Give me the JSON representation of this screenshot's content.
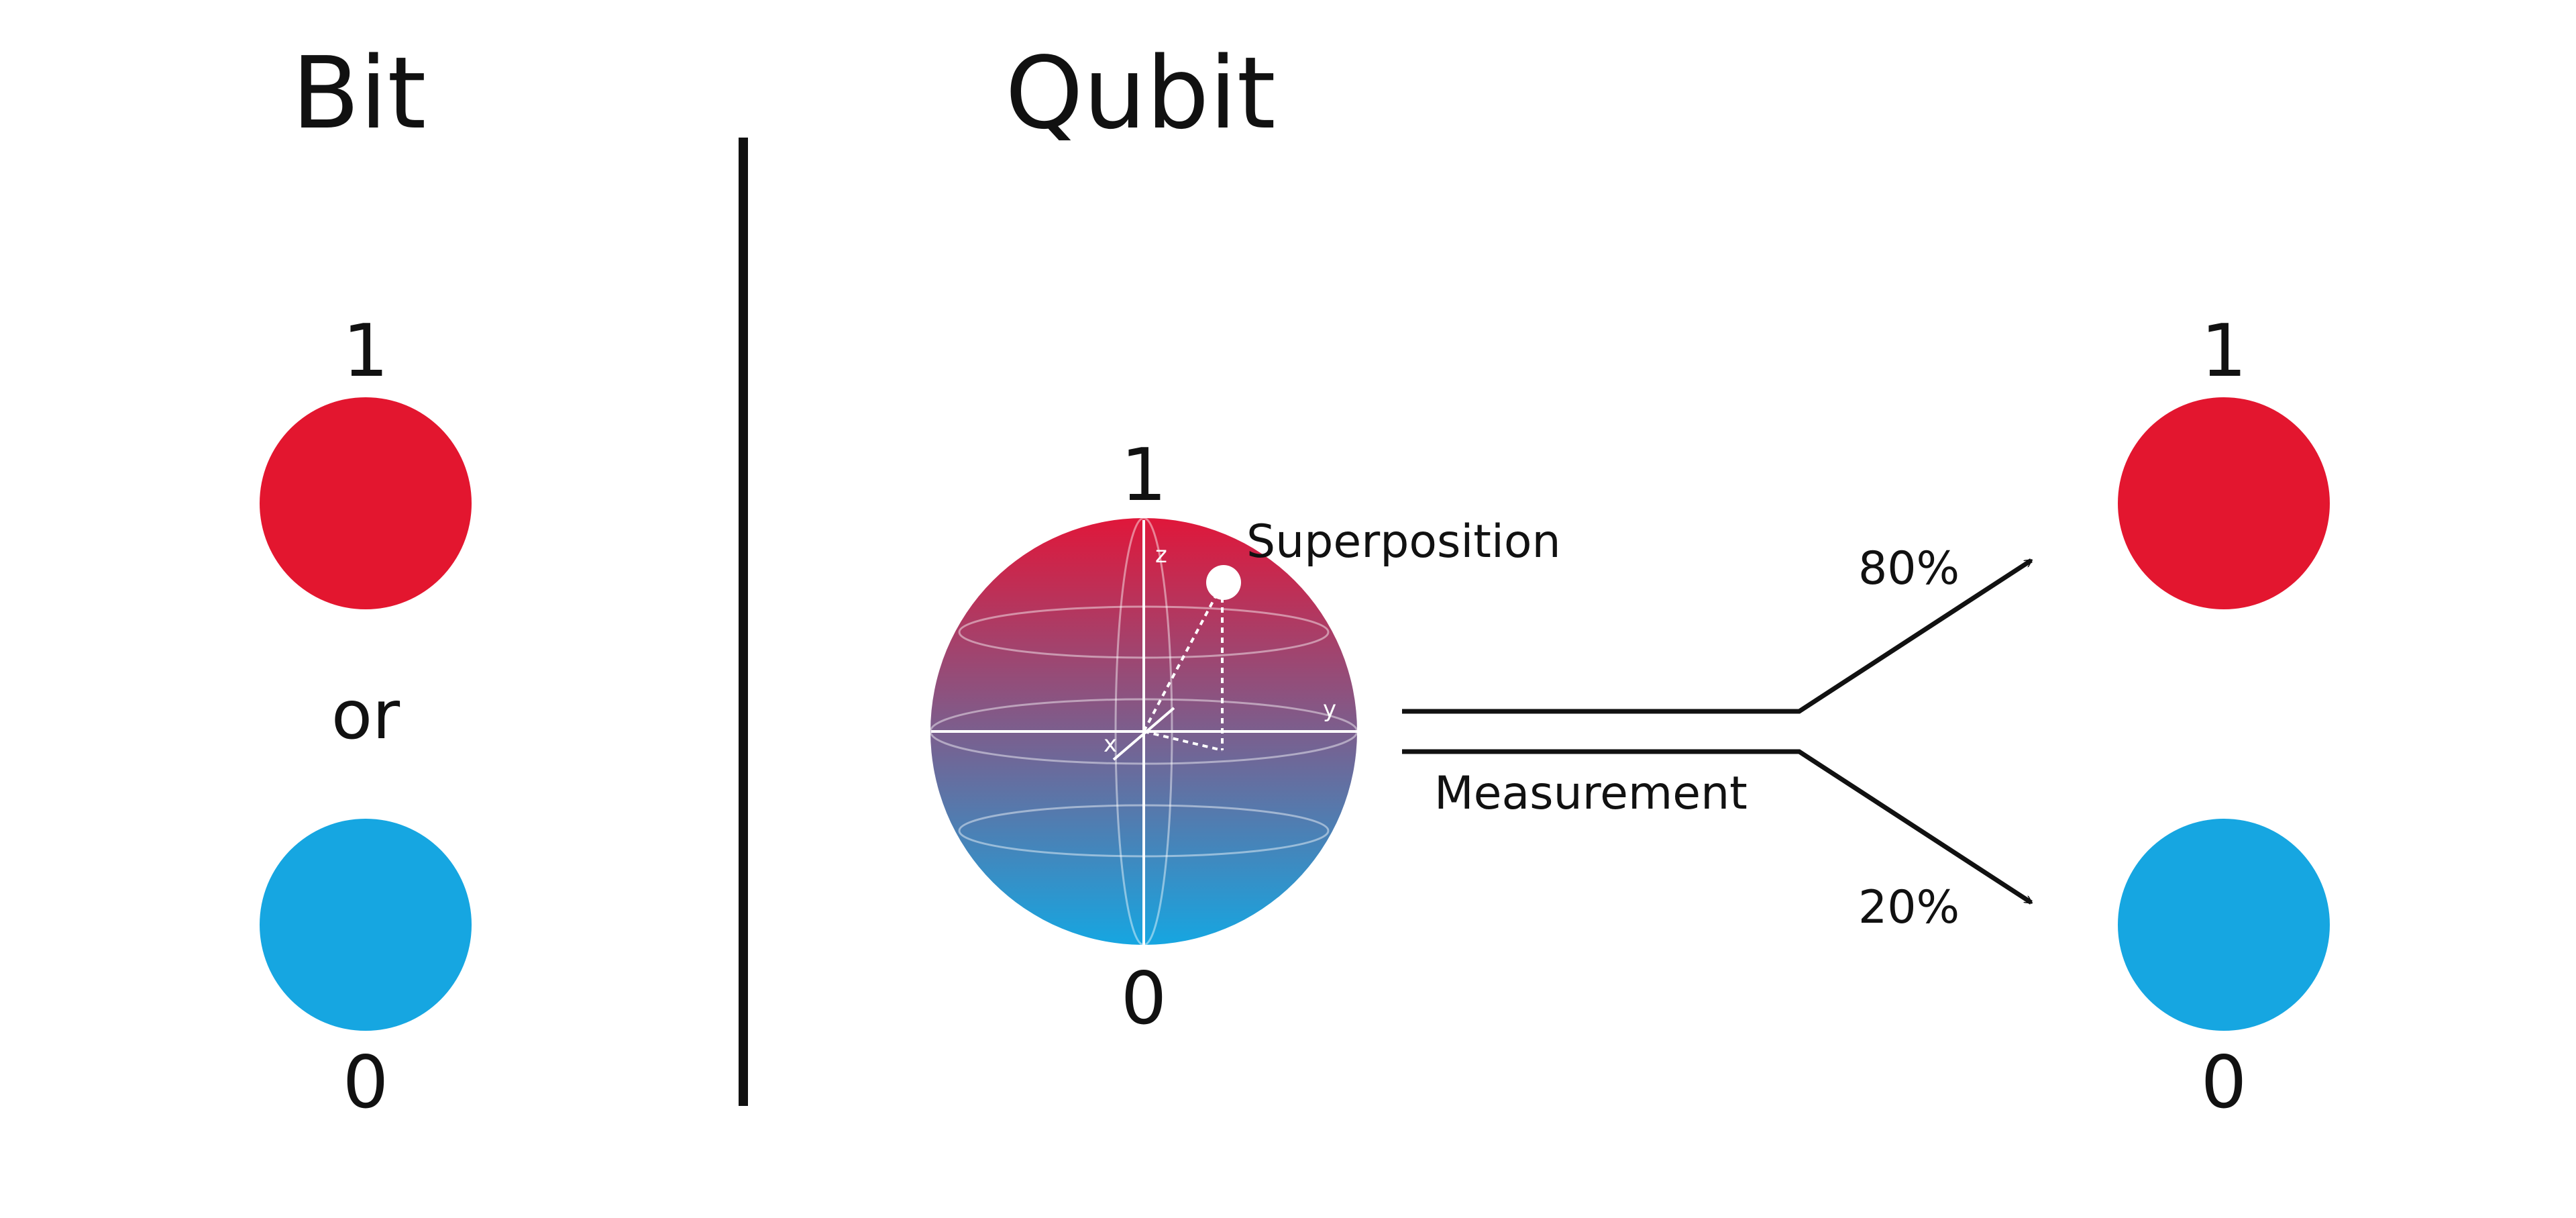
{
  "bit": {
    "title": "Bit",
    "one_label": "1",
    "or_label": "or",
    "zero_label": "0",
    "one_color": "#E3162F",
    "zero_color": "#16A6E1"
  },
  "qubit": {
    "title": "Qubit",
    "sphere_one_label": "1",
    "sphere_zero_label": "0",
    "superposition_label": "Superposition",
    "axis_x": "x",
    "axis_y": "y",
    "axis_z": "z",
    "gradient_top_color": "#E0173A",
    "gradient_bottom_color": "#16A6E1"
  },
  "measurement": {
    "label": "Measurement",
    "probability_one": "80%",
    "probability_zero": "20%"
  },
  "outcome": {
    "one_label": "1",
    "zero_label": "0",
    "one_color": "#E3162F",
    "zero_color": "#16A6E1"
  }
}
